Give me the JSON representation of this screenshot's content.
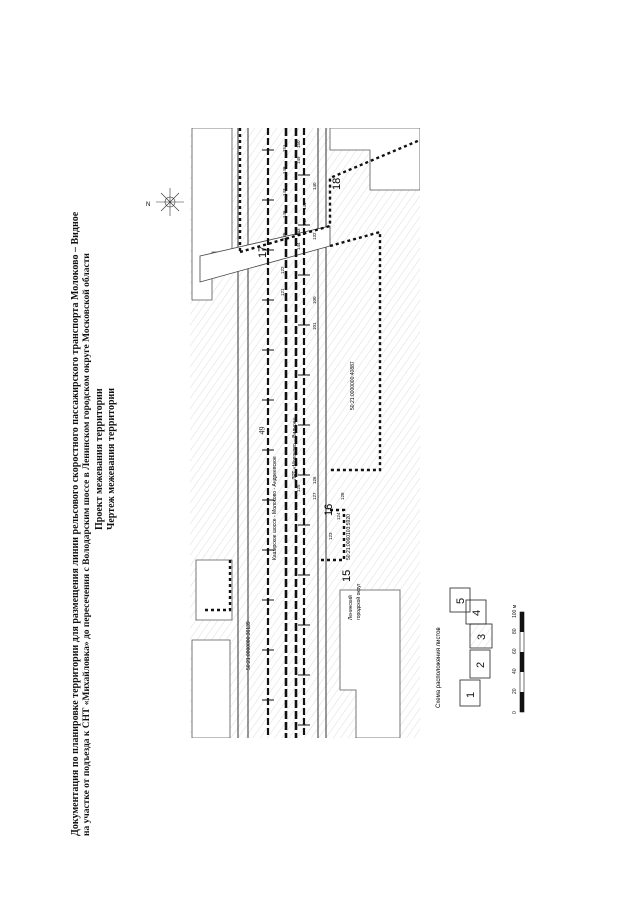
{
  "page_number": "49",
  "title": {
    "line1": "Документация по планировке территории для размещения линии рельсового скоростного пассажирского транспорта Молоково – Видное",
    "line2": "на участке от подъезда к СНТ «Михайловка» до пересечения с Володарским шоссе в Ленинском городском округе Московской области",
    "line3": "Проект межевания территории",
    "line4": "Чертеж межевания территории"
  },
  "map": {
    "north_label": "N",
    "road_label": "Каширское шоссе - Молоково - Андреевское",
    "road_label2": "ЛРТ «Молоково – Видное»",
    "district_label_1": "Ленинский",
    "district_label_2": "городской округ",
    "parcels": {
      "p_a": "50:21:0000000:36139",
      "p_b": "50:21:0000000:40887",
      "p_c": "50:21:0060103:5920"
    },
    "zones": {
      "z15": "15",
      "z16": "16",
      "z17": "17",
      "z18": "18"
    },
    "point_labels": [
      "101",
      "100",
      "122",
      "121",
      "145",
      "146",
      "147",
      "148",
      "149",
      "150",
      "151",
      "132",
      "140",
      "141",
      "142",
      "143",
      "144",
      "125",
      "126",
      "127",
      "128",
      "124",
      "123"
    ]
  },
  "scheme": {
    "label": "Схема расположения листов",
    "sheets": [
      "1",
      "2",
      "3",
      "4",
      "5"
    ]
  },
  "scale": {
    "ticks": [
      "0",
      "20",
      "40",
      "60",
      "80",
      "100 м"
    ]
  }
}
